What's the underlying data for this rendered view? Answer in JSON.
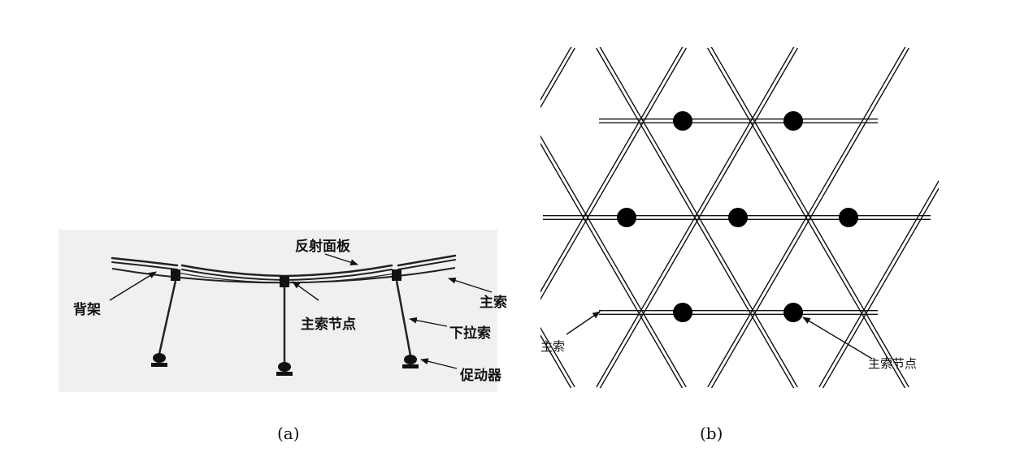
{
  "panel_a": {
    "labels": {
      "reflector_panel": "反射面板",
      "main_cable": "主索",
      "back_frame": "背架",
      "main_cable_node": "主索节点",
      "down_cable": "下拉索",
      "actuator": "促动器"
    },
    "caption": "(a)"
  },
  "panel_b": {
    "labels": {
      "main_cable": "主索",
      "main_cable_node": "主索节点"
    },
    "caption": "(b)"
  }
}
